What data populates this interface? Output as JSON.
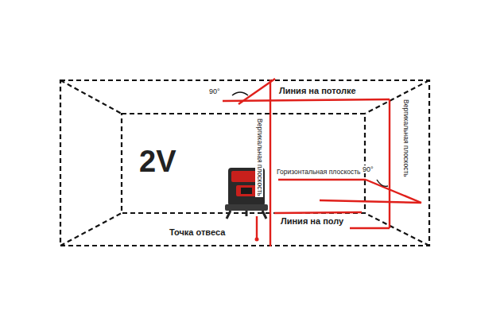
{
  "diagram": {
    "labels": [
      "90°",
      "Линия на потолке",
      "2V",
      "Вертикальная плоскость",
      "Горизонтальная плоскость",
      "90°",
      "Вертикальная плоскость",
      "Линия на полу",
      "Точка отвеса"
    ]
  }
}
